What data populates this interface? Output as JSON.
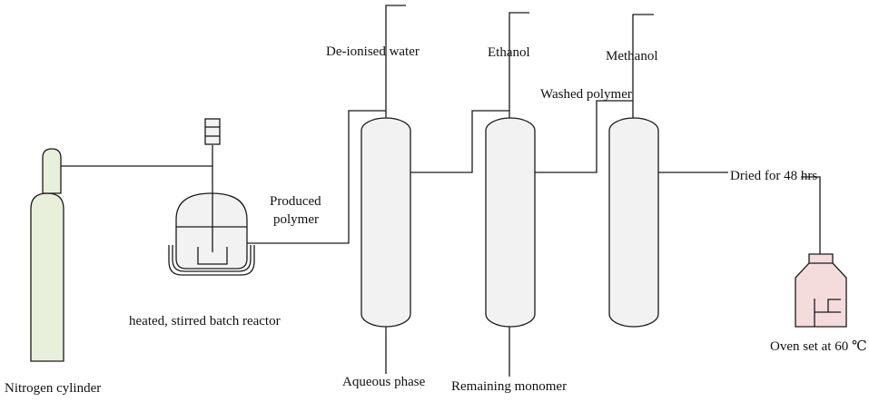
{
  "labels": {
    "nitrogen": "Nitrogen cylinder",
    "reactor": "heated, stirred batch reactor",
    "produced_1": "Produced",
    "produced_2": "polymer",
    "water": "De-ionised water",
    "ethanol": "Ethanol",
    "methanol": "Methanol",
    "washed": "Washed polymer",
    "dried": "Dried for 48 hrs",
    "aqueous": "Aqueous phase",
    "monomer": "Remaining monomer",
    "oven": "Oven set at 60 ℃"
  },
  "colors": {
    "cylinder_fill": "#e8f0dc",
    "column_fill": "#f2f2f2",
    "reactor_fill": "#f2f2f2",
    "oven_fill": "#f5dcdc",
    "line": "#1a1a1a"
  }
}
